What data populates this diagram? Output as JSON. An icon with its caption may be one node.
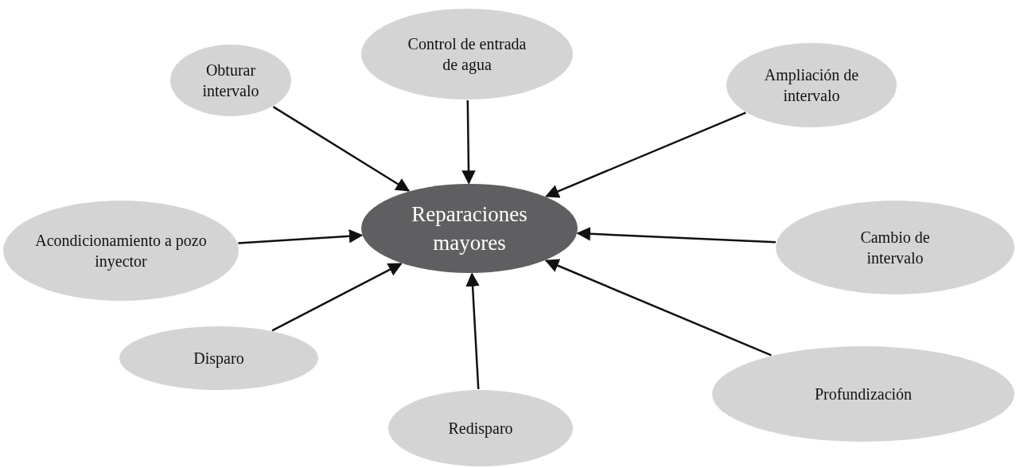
{
  "diagram": {
    "nodes": [
      {
        "text": [
          "Obturar intervalo"
        ]
      },
      {
        "text": [
          "Control de entrada de agua"
        ]
      },
      {
        "text": [
          "Ampliación de intervalo"
        ]
      },
      {
        "text": [
          "Acondicionamiento a pozo inyector"
        ]
      },
      {
        "text": [
          "Reparaciones mayores"
        ]
      },
      {
        "text": [
          "Cambio de intervalo"
        ]
      },
      {
        "text": [
          "Disparo"
        ]
      },
      {
        "text": [
          "Redisparo"
        ]
      },
      {
        "text": [
          "Profundización"
        ]
      }
    ],
    "edges": [
      {
        "from": 0,
        "to": 4,
        "arrow": "to"
      },
      {
        "from": 1,
        "to": 4,
        "arrow": "to"
      },
      {
        "from": 2,
        "to": 4,
        "arrow": "to"
      },
      {
        "from": 3,
        "to": 4,
        "arrow": "to"
      },
      {
        "from": 5,
        "to": 4,
        "arrow": "to"
      },
      {
        "from": 6,
        "to": 4,
        "arrow": "to"
      },
      {
        "from": 7,
        "to": 4,
        "arrow": "to"
      },
      {
        "from": 8,
        "to": 4,
        "arrow": "to"
      }
    ]
  }
}
